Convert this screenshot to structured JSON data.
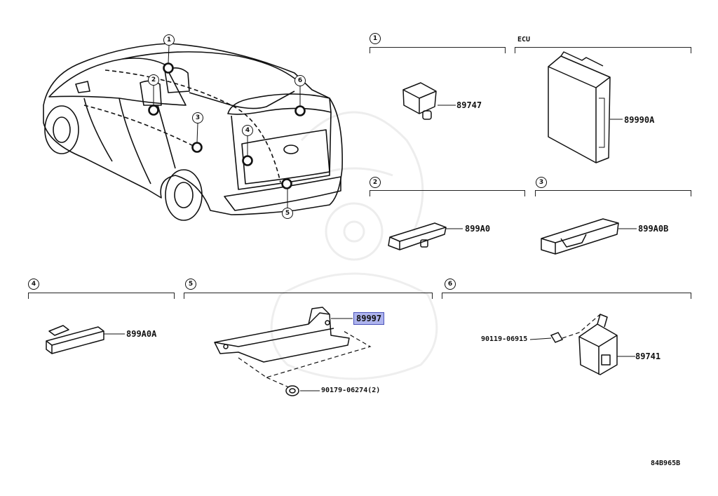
{
  "callouts": {
    "group_1": "1",
    "group_2": "2",
    "group_3": "3",
    "group_4": "4",
    "group_5": "5",
    "group_6": "6"
  },
  "ecu_label": "ECU",
  "parts": {
    "p89747": "89747",
    "p89990A": "89990A",
    "p899A0": "899A0",
    "p899A0B": "899A0B",
    "p899A0A": "899A0A",
    "p89997": "89997",
    "p90179": "90179-06274(2)",
    "p90119": "90119-06915",
    "p89741": "89741"
  },
  "highlight_part": "89997",
  "diagram_code": "84B965B",
  "colors": {
    "highlight_fill": "#aeb4ee",
    "highlight_border": "#4a52b8",
    "line": "#111111"
  }
}
